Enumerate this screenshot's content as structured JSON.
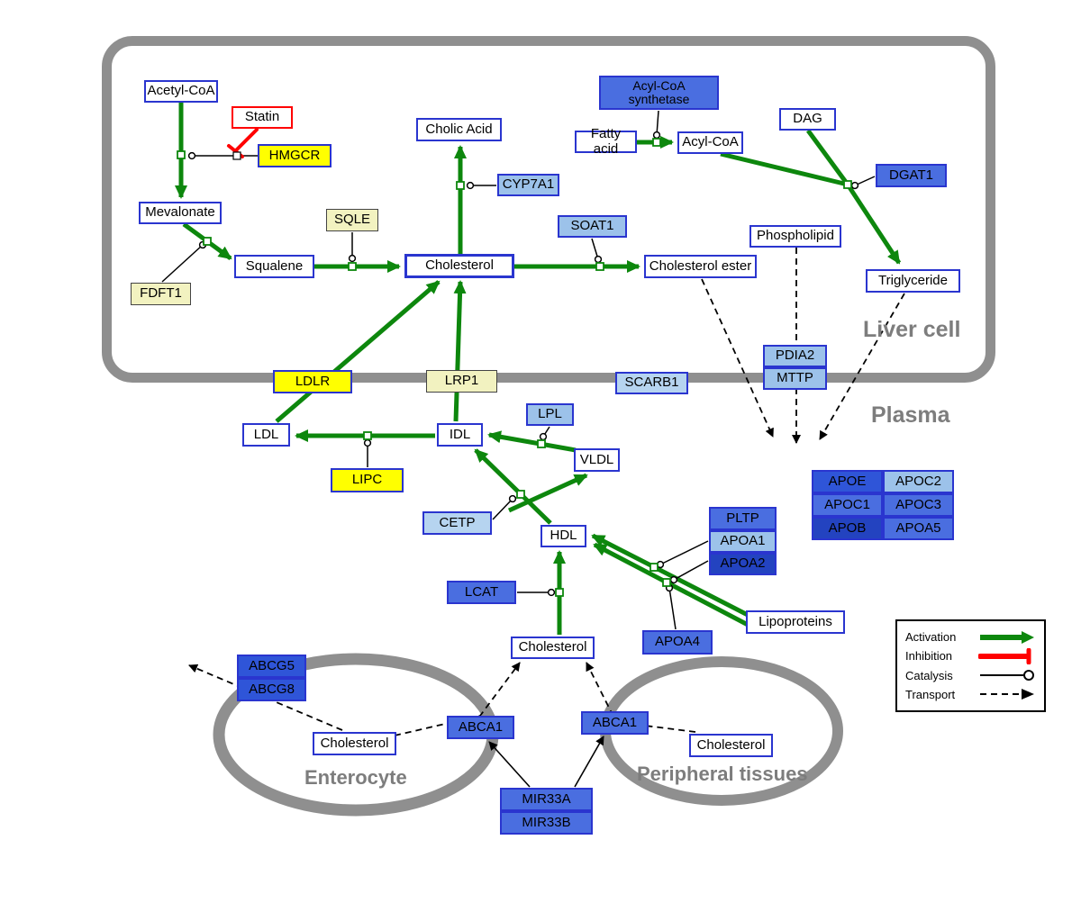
{
  "compartments": {
    "liver_cell": "Liver cell",
    "plasma": "Plasma",
    "enterocyte": "Enterocyte",
    "peripheral_tissues": "Peripheral tissues"
  },
  "nodes": {
    "acetyl_coa": "Acetyl-CoA",
    "statin": "Statin",
    "hmgcr": "HMGCR",
    "mevalonate": "Mevalonate",
    "sqle": "SQLE",
    "fdft1": "FDFT1",
    "squalene": "Squalene",
    "cholic_acid": "Cholic Acid",
    "cyp7a1": "CYP7A1",
    "cholesterol_liver": "Cholesterol",
    "soat1": "SOAT1",
    "cholesterol_ester": "Cholesterol ester",
    "acyl_coa_synthetase": "Acyl-CoA synthetase",
    "fatty_acid": "Fatty acid",
    "acyl_coa": "Acyl-CoA",
    "dag": "DAG",
    "dgat1": "DGAT1",
    "phospholipid": "Phospholipid",
    "triglyceride": "Triglyceride",
    "ldlr": "LDLR",
    "lrp1": "LRP1",
    "scarb1": "SCARB1",
    "pdia2": "PDIA2",
    "mttp": "MTTP",
    "ldl": "LDL",
    "idl": "IDL",
    "lipc": "LIPC",
    "lpl": "LPL",
    "vldl": "VLDL",
    "cetp": "CETP",
    "hdl": "HDL",
    "pltp": "PLTP",
    "apoa1": "APOA1",
    "apoa2": "APOA2",
    "lcat": "LCAT",
    "apoa4": "APOA4",
    "lipoproteins": "Lipoproteins",
    "apoe": "APOE",
    "apoc2": "APOC2",
    "apoc1": "APOC1",
    "apoc3": "APOC3",
    "apob": "APOB",
    "apoa5": "APOA5",
    "cholesterol_plasma": "Cholesterol",
    "abcg5": "ABCG5",
    "abcg8": "ABCG8",
    "cholesterol_enterocyte": "Cholesterol",
    "abca1_enterocyte": "ABCA1",
    "abca1_peripheral": "ABCA1",
    "cholesterol_peripheral": "Cholesterol",
    "mir33a": "MIR33A",
    "mir33b": "MIR33B"
  },
  "legend": {
    "activation": "Activation",
    "inhibition": "Inhibition",
    "catalysis": "Catalysis",
    "transport": "Transport"
  },
  "colors": {
    "activation": "#0d870d",
    "inhibition": "#ff0000",
    "catalysis": "#000000",
    "transport": "#000000",
    "node_border": "#2a35cf",
    "yellow": "#ffff00",
    "khaki": "#f2f2c0",
    "blue": "#4a6ee0",
    "blue_dark": "#2f55d8",
    "blue_darkest": "#2343c0",
    "lightblue": "#9cc2ea",
    "lightblue_pale": "#b6d4f0",
    "membrane": "#8f8f8f",
    "label_gray": "#7d7d7d"
  }
}
